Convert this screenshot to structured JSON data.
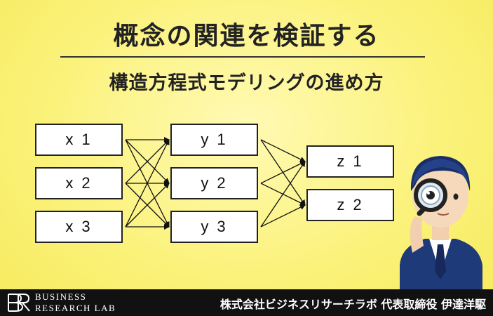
{
  "header": {
    "title": "概念の関連を検証する",
    "subtitle": "構造方程式モデリングの進め方"
  },
  "diagram": {
    "layer_x": [
      "x 1",
      "x 2",
      "x 3"
    ],
    "layer_y": [
      "y 1",
      "y 2",
      "y 3"
    ],
    "layer_z": [
      "z 1",
      "z 2"
    ]
  },
  "illustration": {
    "subject": "person-with-magnifying-glass",
    "suit_color": "#1e3a78",
    "hair_color": "#1a2f66"
  },
  "footer": {
    "logo_line1": "BUSINESS",
    "logo_line2": "RESEARCH LAB",
    "credit": "株式会社ビジネスリサーチラボ 代表取締役 伊達洋駆"
  }
}
